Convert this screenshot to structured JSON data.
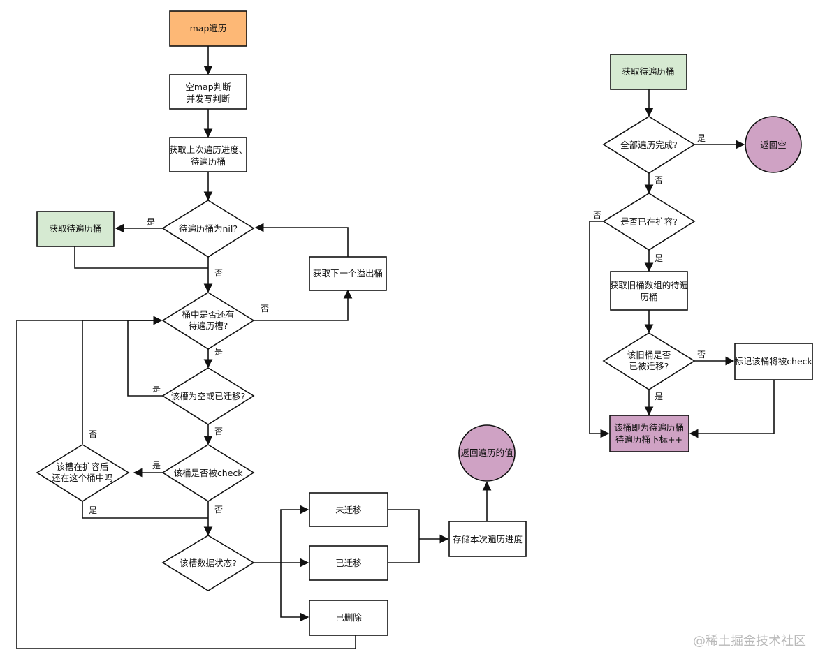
{
  "colors": {
    "start": "#fdb876",
    "green": "#d6ead2",
    "end": "#cfa2c4",
    "highlight": "#cfa2c4",
    "default": "#ffffff",
    "line": "#111111"
  },
  "nodes": {
    "map_traverse": "map遍历",
    "empty_check": [
      "空map判断",
      "并发写判断"
    ],
    "get_progress": [
      "获取上次遍历进度、",
      "待遍历桶"
    ],
    "bucket_nil": "待遍历桶为nil?",
    "get_bucket_left": "获取待遍历桶",
    "next_overflow": "获取下一个溢出桶",
    "slot_remaining": [
      "桶中是否还有",
      "待遍历槽?"
    ],
    "slot_empty": "该槽为空或已迁移?",
    "bucket_checked": "该桶是否被check",
    "still_in_bucket": [
      "该槽在扩容后",
      "还在这个桶中吗"
    ],
    "slot_state": "该槽数据状态?",
    "not_migrated": "未迁移",
    "migrated": "已迁移",
    "deleted": "已删除",
    "store_progress": "存储本次遍历进度",
    "return_value": "返回遍历的值",
    "get_bucket_right": "获取待遍历桶",
    "all_done": "全部遍历完成?",
    "return_empty": "返回空",
    "growing": "是否已在扩容?",
    "get_old_bucket": [
      "获取旧桶数组的待遍",
      "历桶"
    ],
    "old_migrated": [
      "该旧桶是否",
      "已被迁移?"
    ],
    "mark_check": "标记该桶将被check",
    "final_bucket": [
      "该桶即为待遍历桶",
      "待遍历桶下标++"
    ]
  },
  "labels": {
    "yes": "是",
    "no": "否"
  },
  "watermark": "@稀土掘金技术社区"
}
